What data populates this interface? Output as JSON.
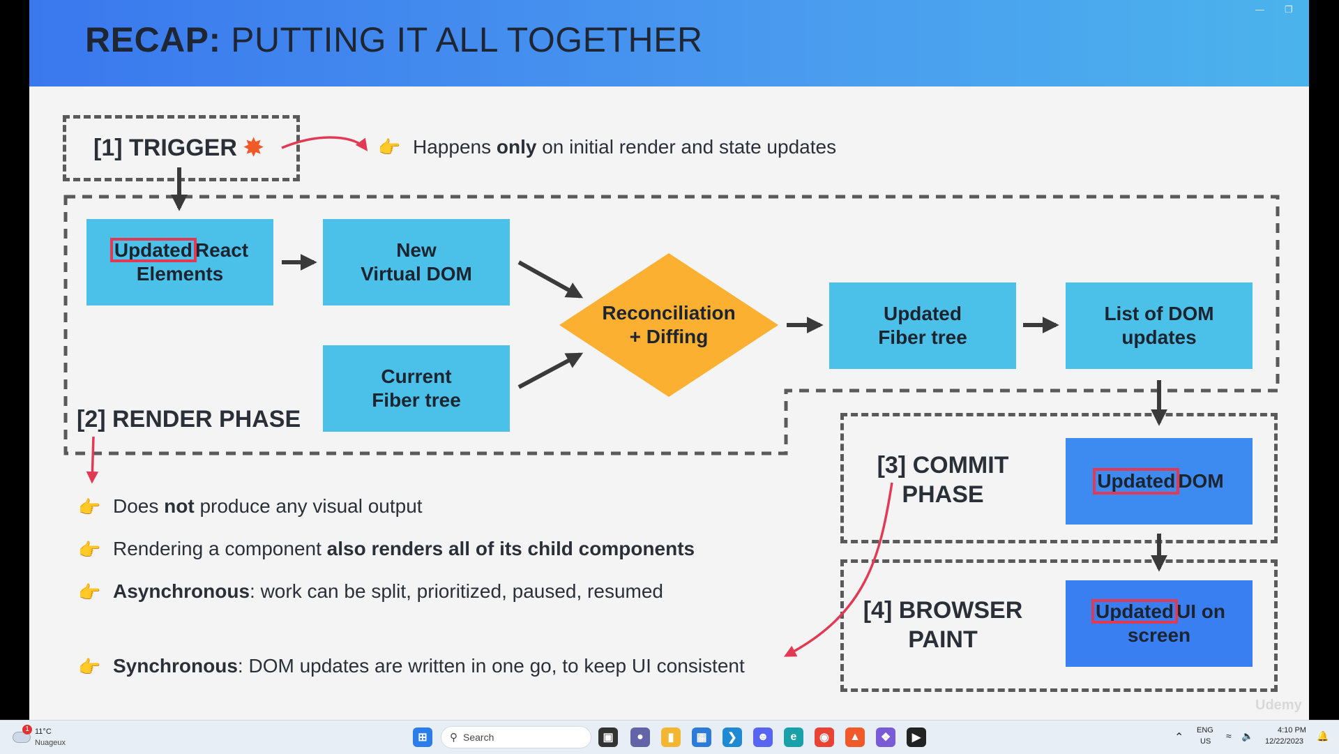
{
  "slide": {
    "title_bold": "RECAP:",
    "title_rest": "PUTTING IT ALL TOGETHER",
    "watermark": "Udemy"
  },
  "trigger": {
    "label": "[1] TRIGGER",
    "icon": "explosion-icon",
    "note_prefix": "Happens ",
    "note_bold": "only",
    "note_suffix": " on initial render and state updates"
  },
  "render_phase": {
    "label": "[2] RENDER PHASE",
    "boxes": {
      "updated_react_hl": "Updated",
      "updated_react_rest": "React",
      "updated_react_line2": "Elements",
      "new_vdom": "New\nVirtual DOM",
      "current_fiber": "Current\nFiber tree",
      "reconciliation": "Reconciliation\n+ Diffing",
      "updated_fiber": "Updated\nFiber tree",
      "dom_updates": "List of DOM\nupdates"
    }
  },
  "commit_phase": {
    "label": "[3] COMMIT\nPHASE",
    "box_hl": "Updated",
    "box_rest": "DOM"
  },
  "browser_paint": {
    "label": "[4] BROWSER\nPAINT",
    "box_hl": "Updated",
    "box_rest": "UI on",
    "box_line2": "screen"
  },
  "bullets": [
    {
      "pre": "Does ",
      "bold": "not",
      "post": " produce any visual output"
    },
    {
      "pre": "Rendering a component ",
      "bold": "also renders all of its child components",
      "post": ""
    },
    {
      "pre": "",
      "bold": "Asynchronous",
      "post": ": work can be split, prioritized, paused, resumed"
    },
    {
      "pre": "",
      "bold": "Synchronous",
      "post": ": DOM updates are written in one go, to keep UI consistent"
    }
  ],
  "colors": {
    "cyan_box": "#4bc0e8",
    "blue_box": "#3d8bf0",
    "diamond": "#fbb032",
    "highlight": "#e23a55",
    "arrow": "#3a3a3a"
  },
  "taskbar": {
    "weather_temp": "11°C",
    "weather_desc": "Nuageux",
    "weather_badge": "1",
    "search_placeholder": "Search",
    "lang": "ENG",
    "region": "US",
    "time": "4:10 PM",
    "date": "12/22/2023"
  }
}
